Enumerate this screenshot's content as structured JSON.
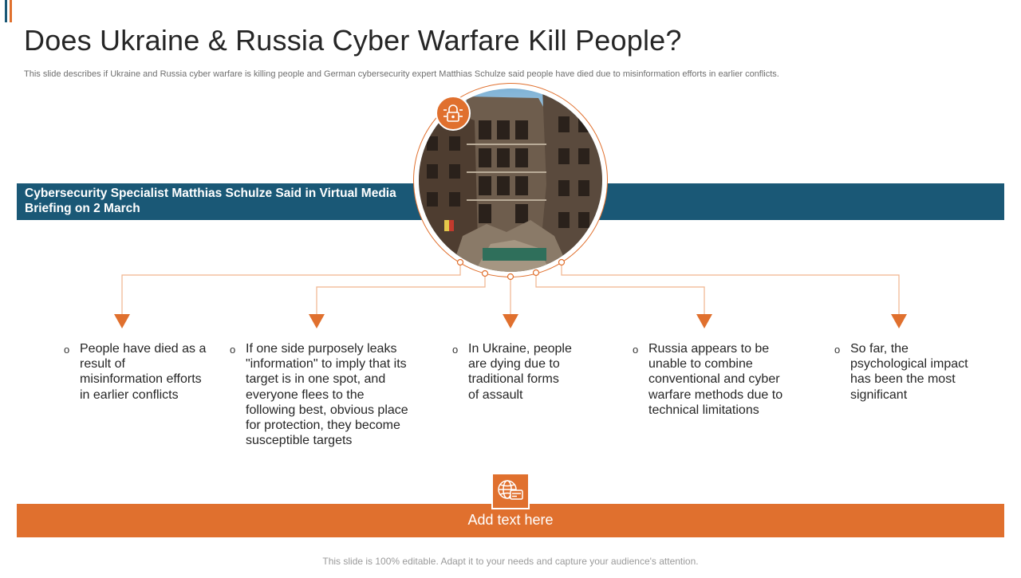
{
  "slide": {
    "title": "Does Ukraine & Russia Cyber Warfare Kill People?",
    "subtitle": "This slide describes if Ukraine and Russia cyber warfare is killing people and German cybersecurity expert Matthias Schulze said people have died due to misinformation efforts in earlier conflicts.",
    "band_text": "Cybersecurity Specialist Matthias Schulze Said in Virtual Media Briefing on 2 March",
    "center_image": "bombed-building-photo",
    "icons": {
      "top": "lock-circuit-icon",
      "bottom": "globe-card-icon"
    },
    "points": [
      "People have died as a result of misinformation efforts in earlier conflicts",
      "If one side purposely leaks \"information\" to imply that its target is in one spot, and everyone flees to the following best, obvious place for protection, they become susceptible targets",
      "In Ukraine, people are dying due to traditional forms of assault",
      "Russia appears to be unable to combine conventional and cyber warfare methods due to technical limitations",
      "So far, the psychological impact has been the most significant"
    ],
    "bullet_symbol": "o",
    "bottom_band_text": "Add text here",
    "footer": "This slide is 100% editable. Adapt it to your needs and capture your audience's attention."
  },
  "colors": {
    "teal": "#1a5876",
    "orange": "#e0702e",
    "title_text": "#262626",
    "subtitle_text": "#6f6f6f",
    "footer_text": "#9a9a9a"
  }
}
